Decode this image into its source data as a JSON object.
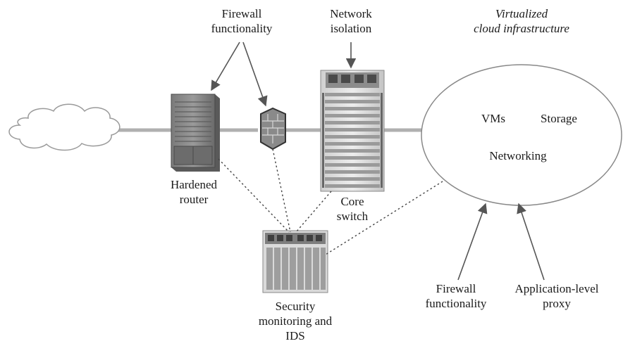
{
  "labels": {
    "firewall_top": [
      "Firewall",
      "functionality"
    ],
    "network_isolation": [
      "Network",
      "isolation"
    ],
    "virtualized": [
      "Virtualized",
      "cloud infrastructure"
    ],
    "vms": "VMs",
    "storage": "Storage",
    "networking": "Networking",
    "hardened_router": [
      "Hardened",
      "router"
    ],
    "core_switch": [
      "Core",
      "switch"
    ],
    "security_monitoring": [
      "Security",
      "monitoring and",
      "IDS"
    ],
    "firewall_bottom": [
      "Firewall",
      "functionality"
    ],
    "app_proxy": [
      "Application-level",
      "proxy"
    ]
  },
  "colors": {
    "link_line": "#b0b0b0",
    "text": "#1a1a1a",
    "arrow": "#555555",
    "dotted": "#444444"
  },
  "icons": [
    "internet-cloud-icon",
    "router-icon",
    "firewall-icon",
    "core-switch-icon",
    "ids-server-icon"
  ]
}
